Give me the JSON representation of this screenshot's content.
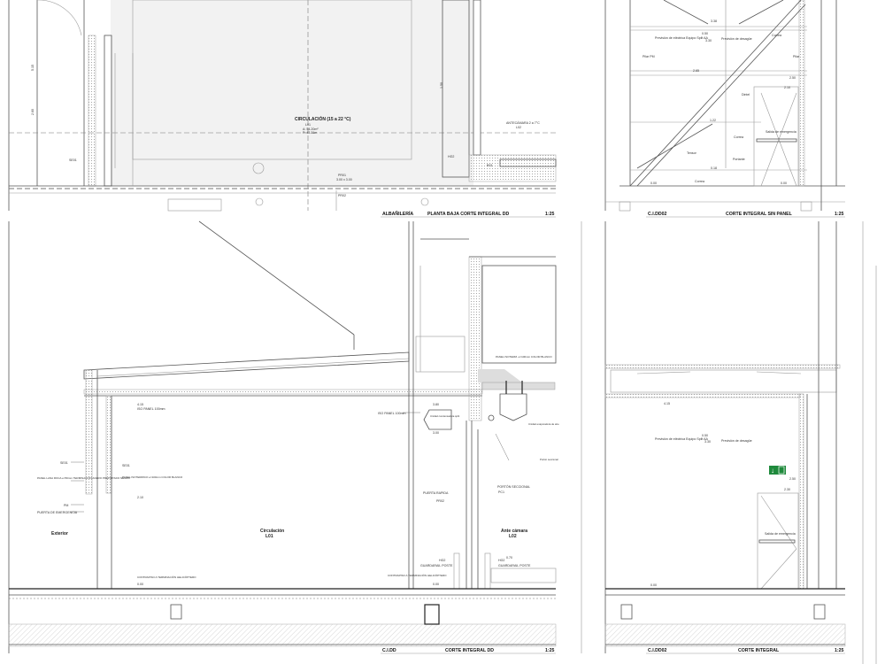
{
  "sheets": [
    {
      "code": "ALBAÑILERÍA",
      "title": "PLANTA BAJA CORTE INTEGRAL DD",
      "scale": "1:25"
    },
    {
      "code": "C.I.DD02",
      "title": "CORTE INTEGRAL SIN PANEL",
      "scale": "1:25"
    },
    {
      "code": "C.I.DD",
      "title": "CORTE INTEGRAL DD",
      "scale": "1:25"
    },
    {
      "code": "C.I.DD02",
      "title": "CORTE INTEGRAL",
      "scale": "1:25"
    }
  ],
  "plan": {
    "room_name": "CIRCULACIÓN (15 a 22 °C)",
    "room_code": "L01",
    "area": "A: 54.20m²",
    "perimeter": "P: 43.31m",
    "anteroom": "ANTECÁMARA 2 a 7°C",
    "anteroom_code": "L02",
    "tags": [
      "PR01",
      "HG2",
      "BS1",
      "SE01",
      "PR02"
    ],
    "dims": [
      "3.00 x 3.00",
      "1.50",
      "5.15",
      "2.60"
    ]
  },
  "section_nopanel": {
    "labels": [
      "Previsión de eléctrica Equipo Split AA",
      "Previsión de desagüe",
      "Correa",
      "Pilar PM",
      "Pilar",
      "Dintel",
      "Correa",
      "Salida de emergencia",
      "Tensor",
      "Portante",
      "Correa"
    ],
    "levels": [
      "3.38",
      "0.50",
      "3.30",
      "2.65",
      "2.50",
      "2.10",
      "1.22",
      "0.18",
      "0.00",
      "0.00"
    ]
  },
  "section_dd": {
    "rooms": [
      {
        "name": "Exterior",
        "code": ""
      },
      {
        "name": "Circulación",
        "code": "L01"
      },
      {
        "name": "Ante cámara",
        "code": "L02"
      }
    ],
    "left_labels": [
      "SE01",
      "PANEL LANA ROCA e=50mm TERMINACIÓN ACERO PREPINTADO NEGRO",
      "PM",
      "PUERTA DE EMERGENCIA"
    ],
    "inner_labels": [
      "SE01",
      "PANEL ISOTERMICO e=100mm COLOR BLANCO",
      "ISO PANEL 100mm",
      "CONTRAPISO A TERMINACIÓN HELICÓPTERO"
    ],
    "right_labels": [
      "PANEL ISOTERM. e=100mm COLOR BLANCO",
      "ISO PANEL 100mm",
      "Unidad condensadora split",
      "Unidad evaporadora de aire",
      "Portón seccional",
      "PUERTA RAPIDA",
      "PR02",
      "PORTÓN SECCIONAL",
      "PC1",
      "HG2",
      "GUARDARAIL POSTE",
      "HG2",
      "GUARDARAIL POSTE",
      "CONTRAPISO A TERMINACIÓN HELICÓPTERO"
    ],
    "levels": [
      "4.15",
      "3.80",
      "3.00",
      "2.10",
      "0.00",
      "0.00",
      "0.70"
    ]
  },
  "section_integral": {
    "labels": [
      "Previsión de eléctrica Equipo Split AA",
      "Previsión de desagüe",
      "Salida de emergencia"
    ],
    "levels": [
      "4.15",
      "0.50",
      "3.30",
      "2.50",
      "2.30",
      "0.00"
    ],
    "exit_sign_color": "#1f8a3c"
  }
}
